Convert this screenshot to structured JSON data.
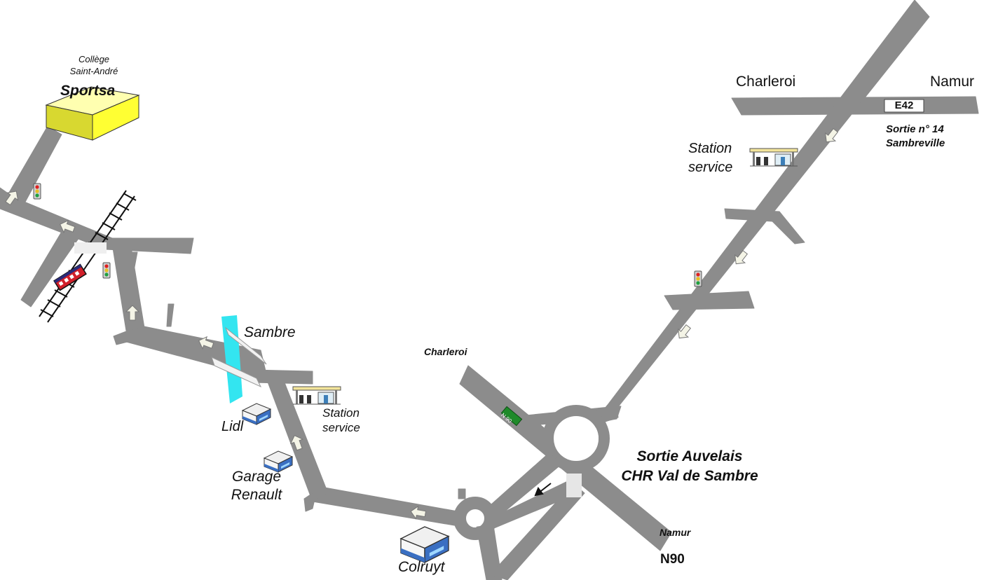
{
  "labels": {
    "college_line1": "Collège",
    "college_line2": "Saint-André",
    "sportsa": "Sportsa",
    "sambre": "Sambre",
    "station_service_1_line1": "Station",
    "station_service_1_line2": "service",
    "lidl": "Lidl",
    "garage_line1": "Garage",
    "garage_line2": "Renault",
    "colruyt": "Colruyt",
    "charleroi_n90": "Charleroi",
    "n90_sign": "N 90",
    "sortie_auvelais_line1": "Sortie Auvelais",
    "sortie_auvelais_line2": "CHR Val de Sambre",
    "namur_n90": "Namur",
    "n90": "N90",
    "charleroi_e42": "Charleroi",
    "namur_e42": "Namur",
    "e42_sign": "E42",
    "sortie14_line1": "Sortie n° 14",
    "sortie14_line2": "Sambreville",
    "station_service_2_line1": "Station",
    "station_service_2_line2": "service"
  },
  "icons": {
    "traffic_light": "traffic-light-icon",
    "gas_station": "gas-station-icon",
    "store": "store-building-icon",
    "train": "train-icon",
    "railway": "railway-track",
    "direction_arrow": "direction-arrow-icon",
    "destination": "destination-building-icon"
  },
  "colors": {
    "road": "#8c8c8c",
    "river": "#33e5f0",
    "destination_building": "#ffff33",
    "n90_sign": "#1f8a2a",
    "arrow": "#f4f4e6",
    "train": "#d11f2a"
  }
}
